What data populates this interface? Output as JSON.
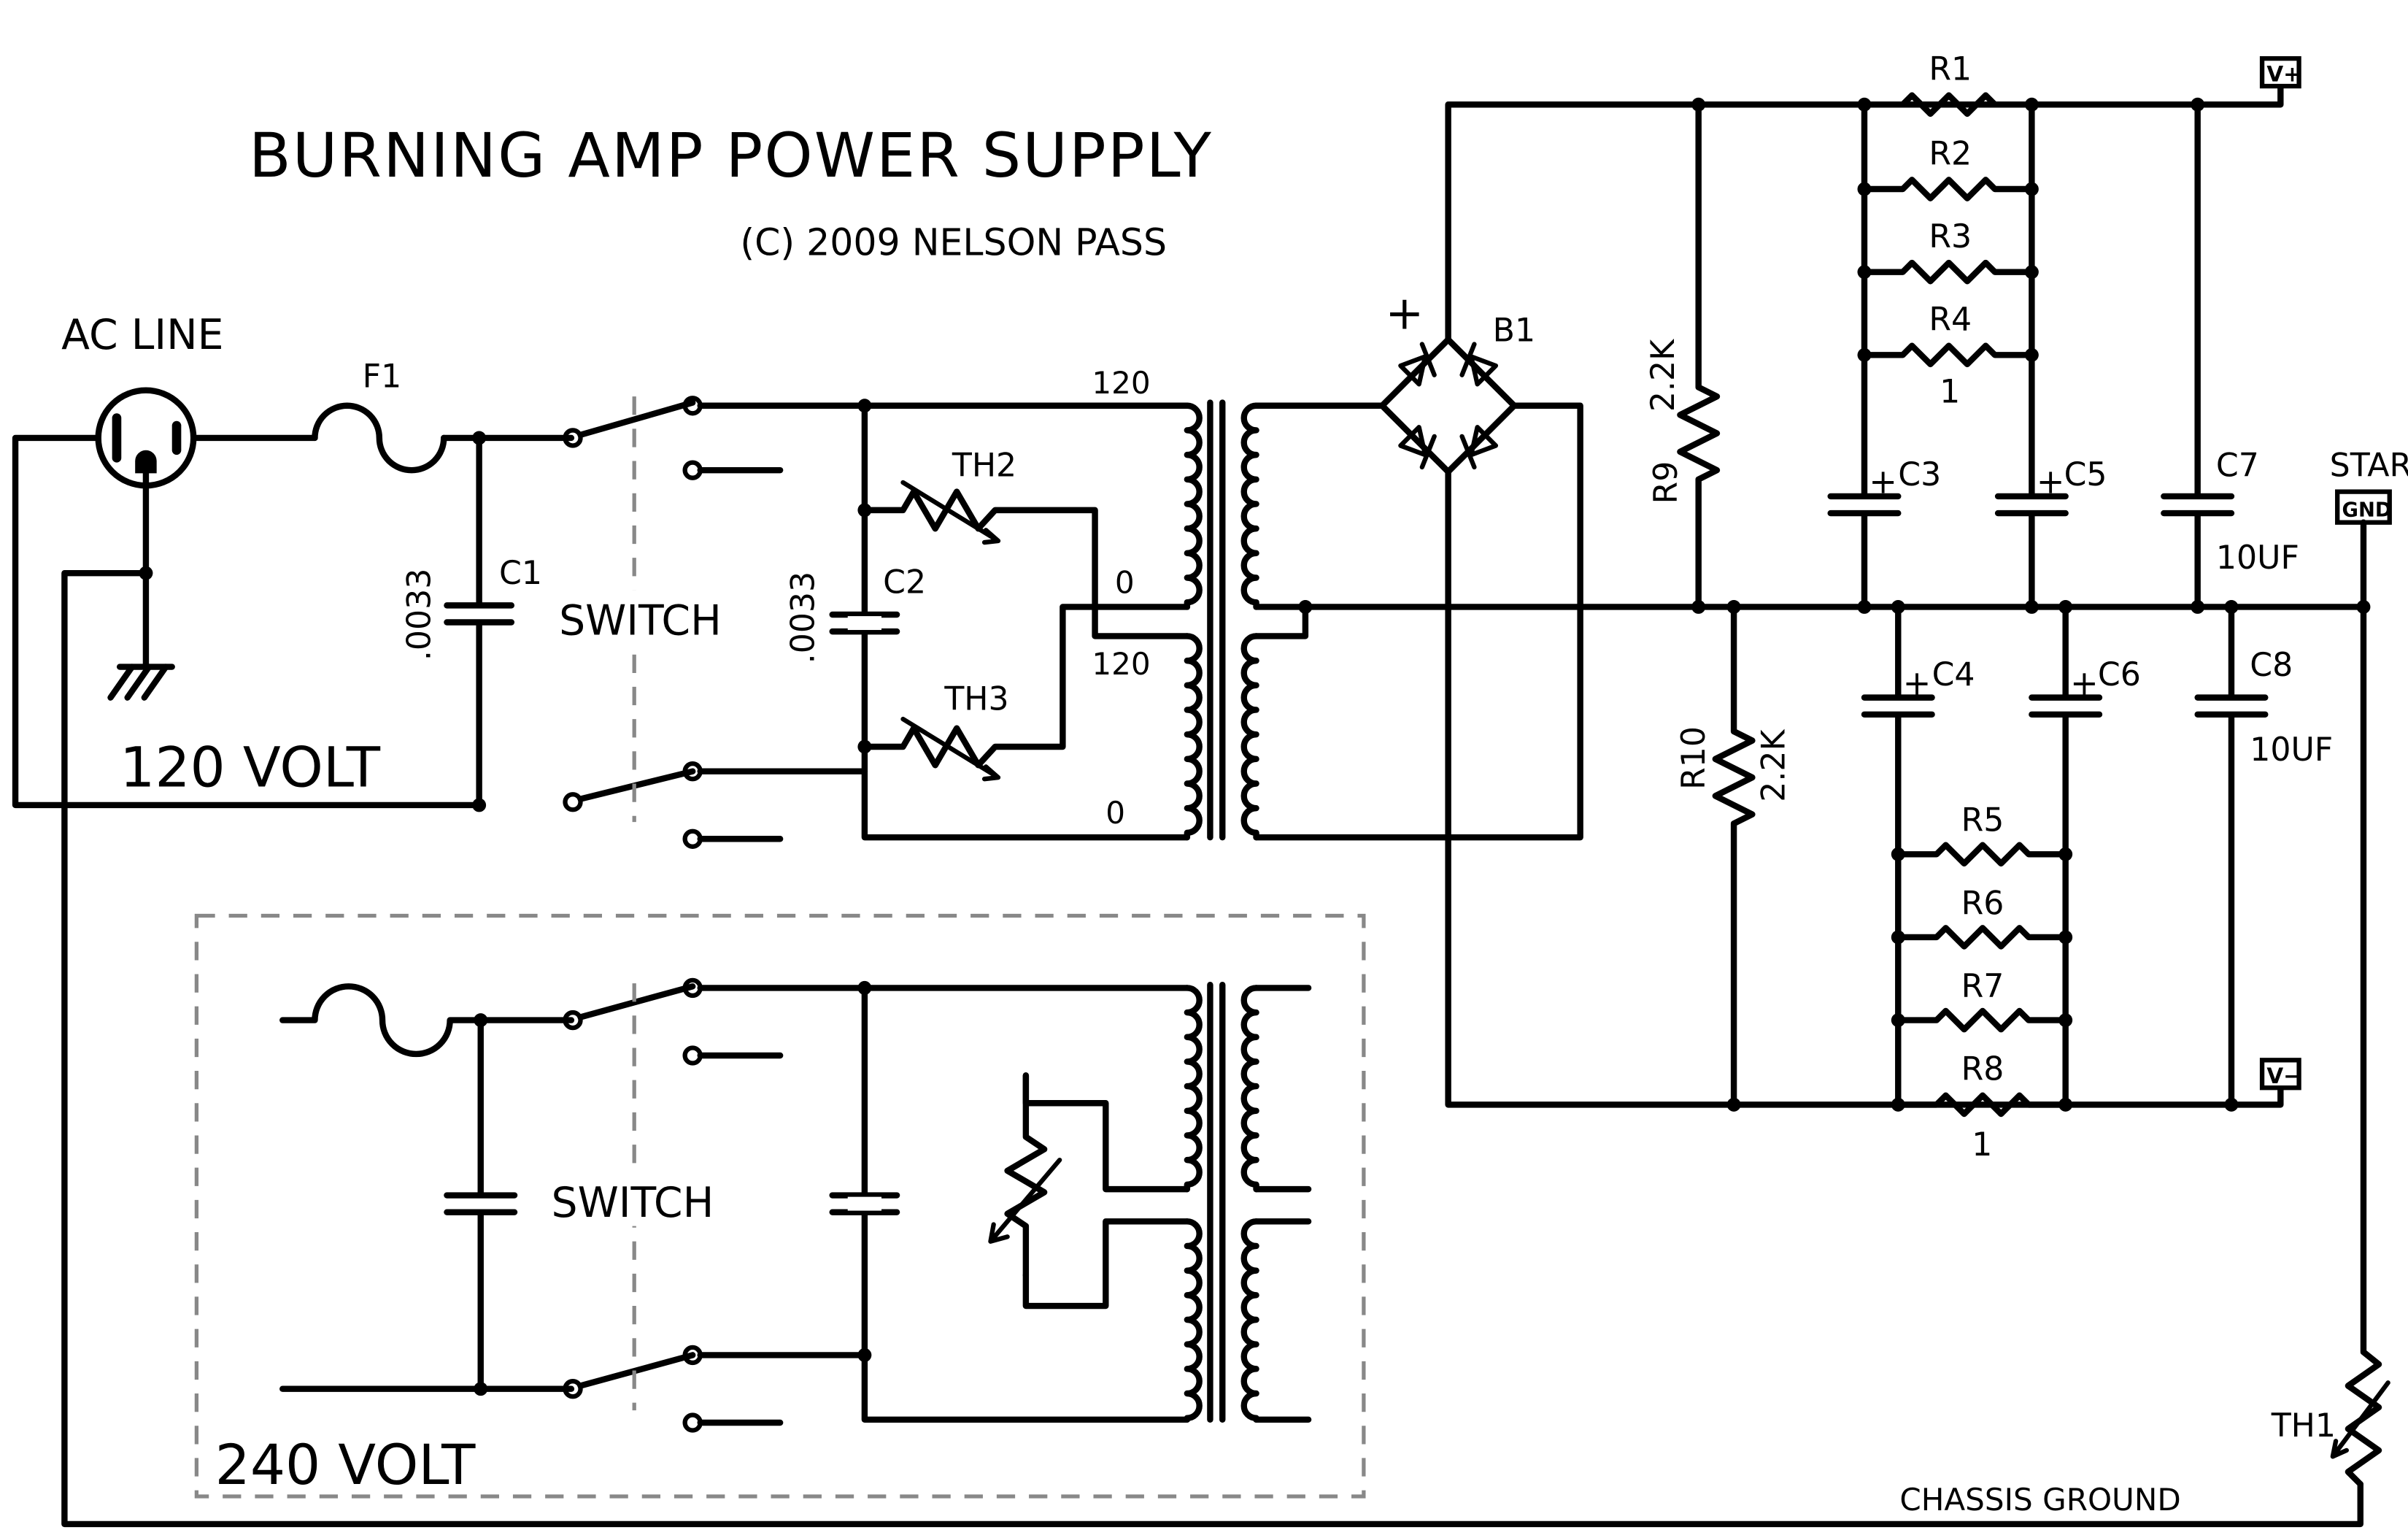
{
  "title": "BURNING AMP POWER SUPPLY",
  "copyright": "(C) 2009 NELSON PASS",
  "ac_line": "AC LINE",
  "section_120": "120 VOLT",
  "section_240": "240 VOLT",
  "chassis_ground": "CHASSIS GROUND",
  "star": "STAR",
  "gnd": "GND",
  "vplus": "V+",
  "vminus": "V−",
  "plus": "+",
  "switch": "SWITCH",
  "transformer": {
    "tap_120_a": "120",
    "tap_0_a": "0",
    "tap_120_b": "120",
    "tap_0_b": "0"
  },
  "parts": {
    "f1": "F1",
    "c1": "C1",
    "c1_value": ".0033",
    "c2": "C2",
    "c2_value": ".0033",
    "th1": "TH1",
    "th2": "TH2",
    "th3": "TH3",
    "b1": "B1",
    "r9": "R9",
    "r9_value": "2.2K",
    "r10": "R10",
    "r10_value": "2.2K",
    "r1": "R1",
    "r2": "R2",
    "r3": "R3",
    "r4": "R4",
    "r4_value": "1",
    "r5": "R5",
    "r6": "R6",
    "r7": "R7",
    "r8": "R8",
    "r8_value": "1",
    "c3": "C3",
    "c4": "C4",
    "c5": "C5",
    "c6": "C6",
    "c7": "C7",
    "c7_value": "10UF",
    "c8": "C8",
    "c8_value": "10UF"
  }
}
